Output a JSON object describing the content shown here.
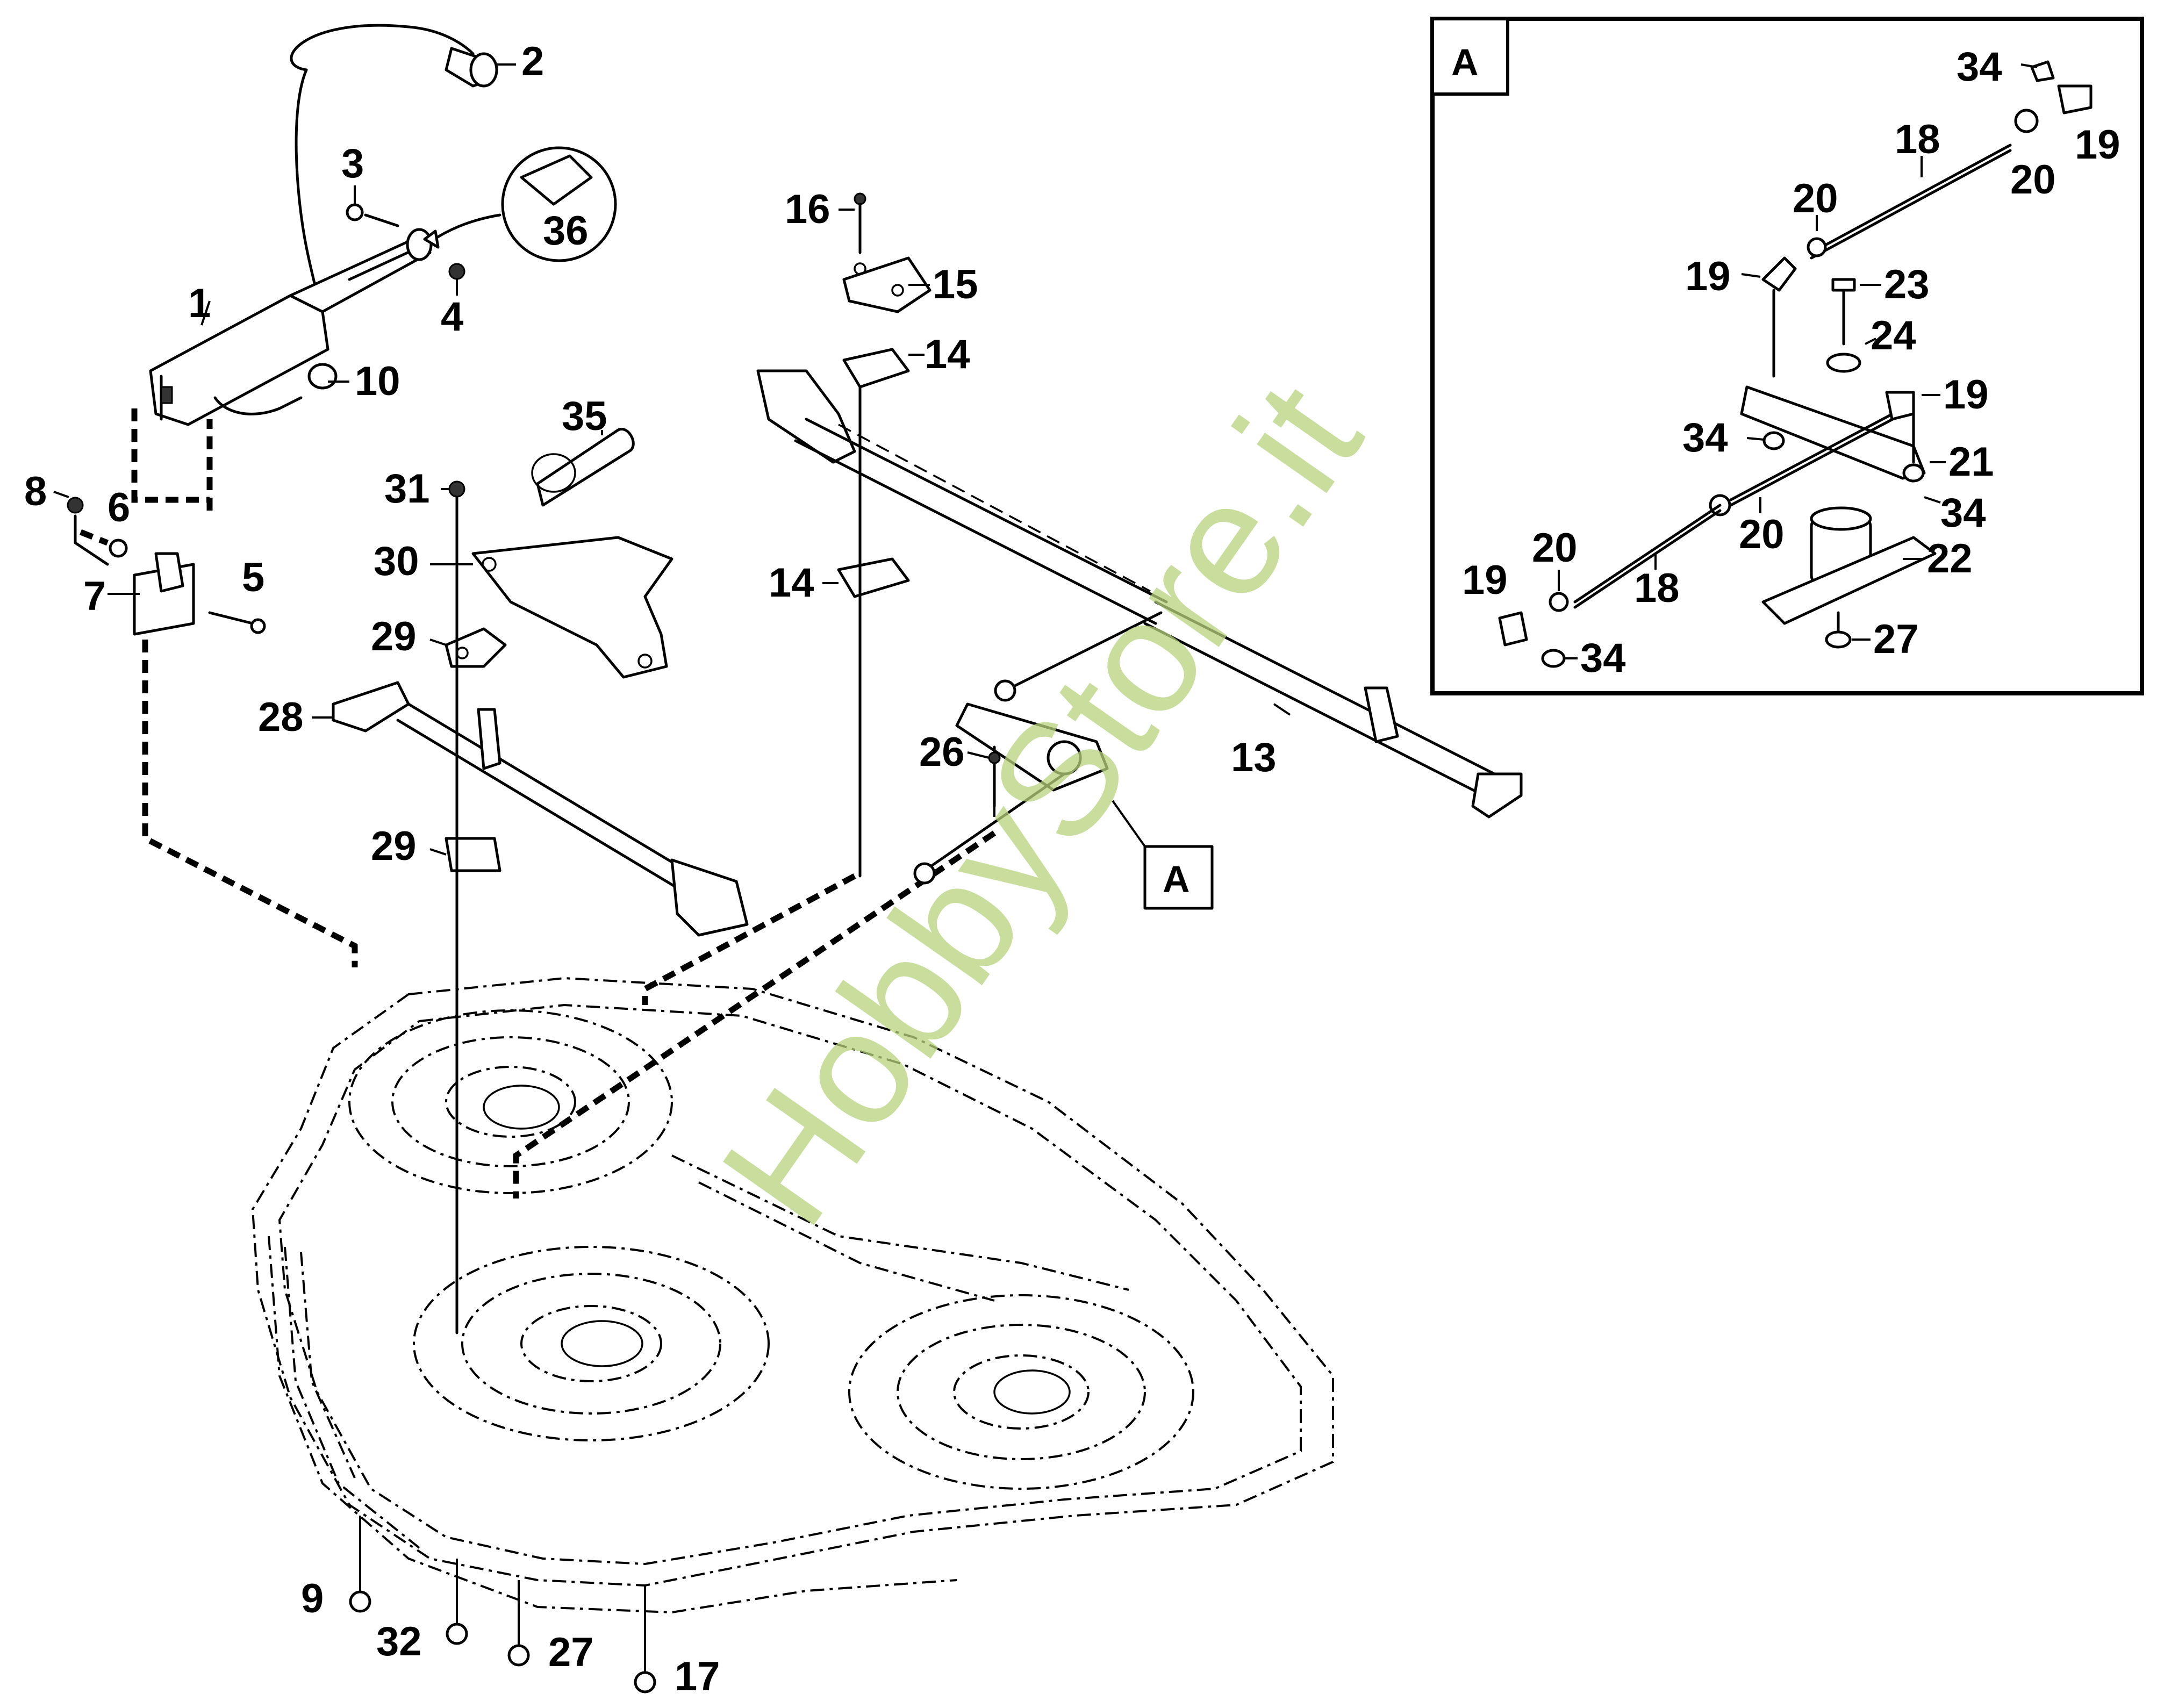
{
  "detail_box_label": "A",
  "detail_ref_label": "A",
  "watermark": "HobbyStore.it",
  "callouts": {
    "c1": "1",
    "c2": "2",
    "c3": "3",
    "c4": "4",
    "c5": "5",
    "c6": "6",
    "c7": "7",
    "c8": "8",
    "c9": "9",
    "c10": "10",
    "c13": "13",
    "c14a": "14",
    "c14b": "14",
    "c15": "15",
    "c16": "16",
    "c17": "17",
    "c26": "26",
    "c27": "27",
    "c28": "28",
    "c29a": "29",
    "c29b": "29",
    "c30": "30",
    "c31": "31",
    "c32": "32",
    "c35": "35",
    "c36": "36"
  },
  "detail_callouts": {
    "d34a": "34",
    "d19a": "19",
    "d18a": "18",
    "d20a": "20",
    "d20b": "20",
    "d19b": "19",
    "d23": "23",
    "d24": "24",
    "d19c": "19",
    "d34b": "34",
    "d21": "21",
    "d20c": "20",
    "d34c": "34",
    "d22": "22",
    "d20d": "20",
    "d18b": "18",
    "d19d": "19",
    "d34d": "34",
    "d27": "27"
  }
}
